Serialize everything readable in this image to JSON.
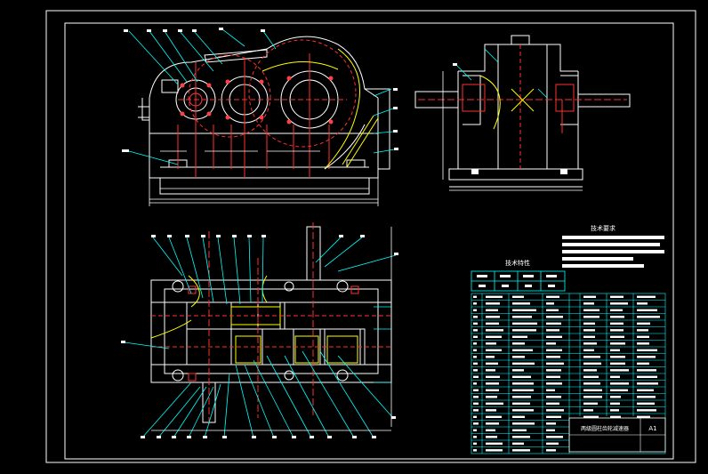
{
  "drawing": {
    "title_block_title": "两级圆柱齿轮减速器",
    "sheet_size": "A1",
    "tech_requirements_title": "技术要求",
    "tech_characteristics_title": "技术特性"
  },
  "colors": {
    "background": "#000000",
    "frame": "#ffffff",
    "outline": "#ffffff",
    "leader": "#00ffff",
    "centerline": "#ff2020",
    "accent_yellow": "#ffff00",
    "table_grid": "#00ffff",
    "fill_text_bar": "#ffffff"
  }
}
